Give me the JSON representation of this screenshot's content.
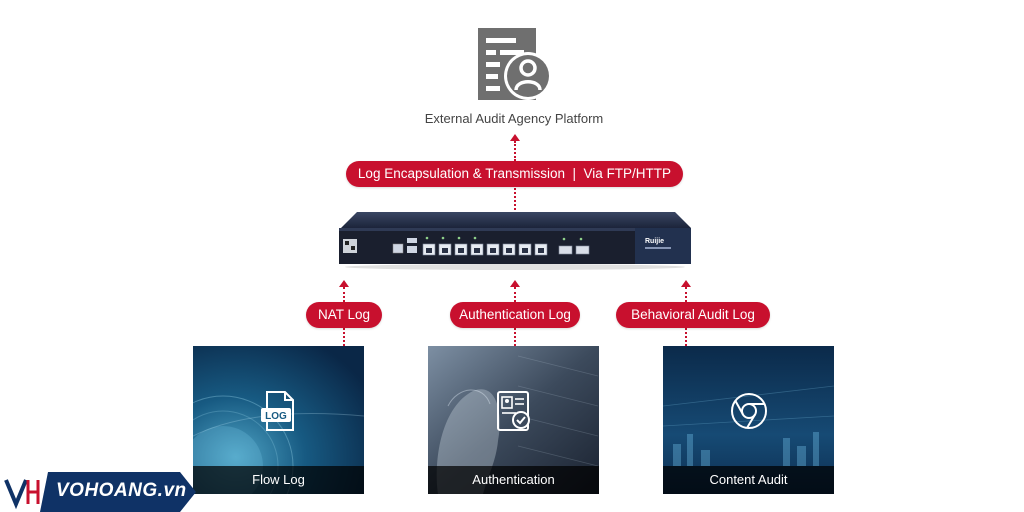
{
  "platform": {
    "label": "External Audit Agency Platform",
    "icon": "audit-document-user-icon"
  },
  "top_pill": {
    "label": "Log Encapsulation & Transmission  |  Via FTP/HTTP"
  },
  "device": {
    "brand_label": "Ruijie",
    "icon": "network-gateway-device"
  },
  "log_pills": [
    {
      "label": "NAT Log"
    },
    {
      "label": "Authentication Log"
    },
    {
      "label": "Behavioral Audit Log"
    }
  ],
  "tiles": [
    {
      "caption": "Flow Log",
      "icon": "log-file-icon",
      "icon_text": "LOG"
    },
    {
      "caption": "Authentication",
      "icon": "id-card-check-icon"
    },
    {
      "caption": "Content Audit",
      "icon": "browser-circle-icon"
    }
  ],
  "brand": {
    "text": "VOHOANG.vn"
  },
  "colors": {
    "accent": "#c8102e",
    "platform_icon": "#6f6f6f",
    "device": "#1f2a44"
  }
}
